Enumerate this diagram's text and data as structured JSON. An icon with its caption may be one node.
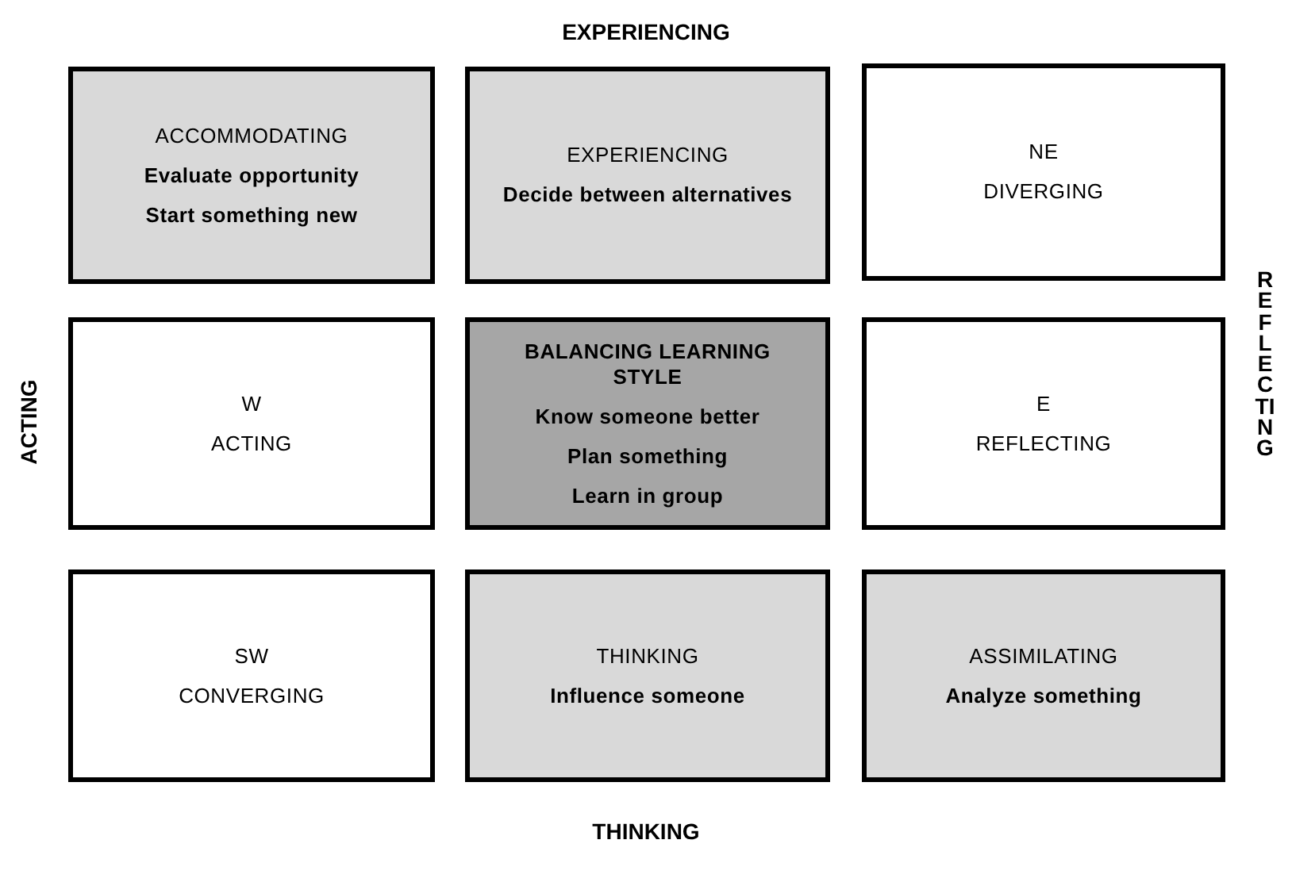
{
  "diagram": {
    "nodes": [
      {
        "text": [
          "ACCOMMODATING",
          "Evaluate opportunity",
          "Start something new"
        ]
      },
      {
        "text": [
          "EXPERIENCING",
          "Decide between alternatives"
        ]
      },
      {
        "text": [
          "NE",
          "DIVERGING"
        ]
      },
      {
        "text": [
          "W",
          "ACTING"
        ]
      },
      {
        "text": [
          "BALANCING LEARNING STYLE",
          "Know someone better",
          "Plan something",
          "Learn in group"
        ]
      },
      {
        "text": [
          "E",
          "REFLECTING"
        ]
      },
      {
        "text": [
          "SW",
          "CONVERGING"
        ]
      },
      {
        "text": [
          "THINKING",
          "Influence someone"
        ]
      },
      {
        "text": [
          "ASSIMILATING",
          "Analyze something"
        ]
      }
    ],
    "labels": [
      "EXPERIENCING",
      "REFLECTING",
      "ACTING",
      "THINKING"
    ]
  }
}
